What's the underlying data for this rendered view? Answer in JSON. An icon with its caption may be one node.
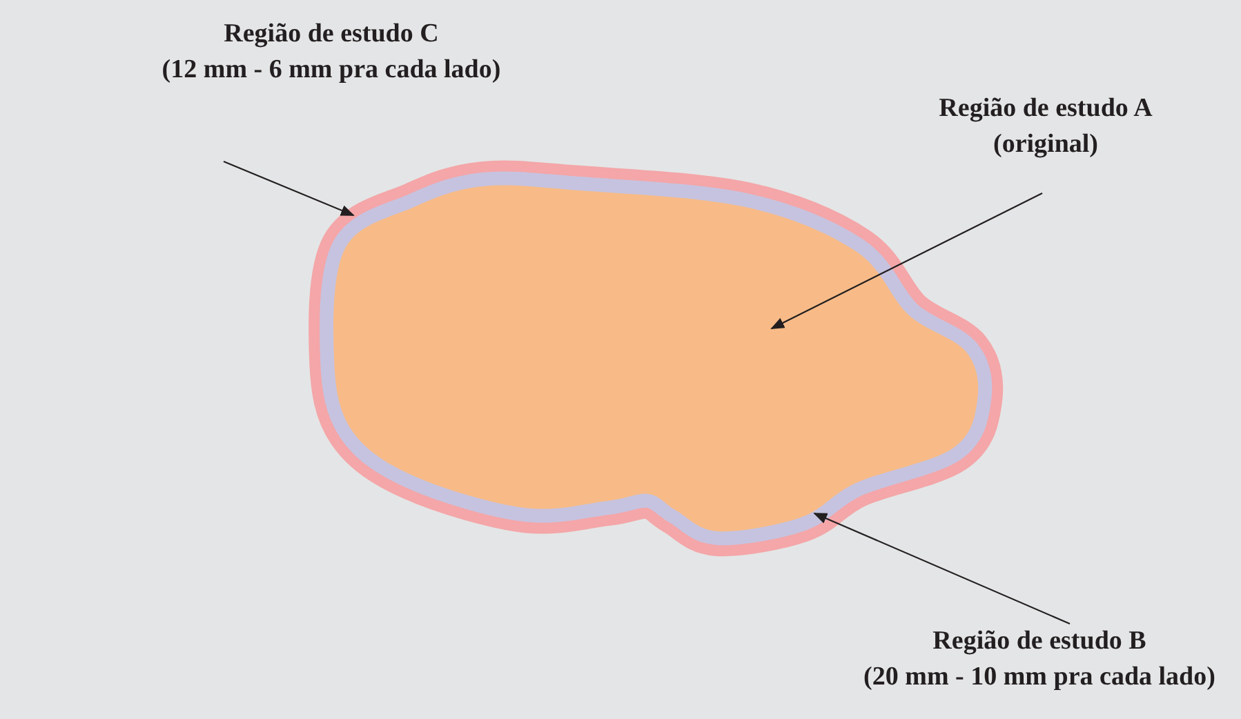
{
  "diagram": {
    "nodes": [
      {
        "text": [
          "Região de estudo C",
          "(12 mm - 6 mm pra cada lado)"
        ]
      },
      {
        "text": [
          "Região de estudo A",
          "(original)"
        ]
      },
      {
        "text": [
          "Região de estudo B",
          "(20 mm - 10 mm pra cada lado)"
        ]
      },
      {
        "text": [],
        "shape": "blob"
      },
      {
        "text": [],
        "shape": "blob",
        "in": 3
      },
      {
        "text": [],
        "shape": "blob",
        "in": 4
      }
    ],
    "edges": [
      {
        "from": 0,
        "to": 3,
        "arrow": "to"
      },
      {
        "from": 1,
        "to": 5,
        "arrow": "to"
      },
      {
        "from": 2,
        "to": 4,
        "arrow": "to"
      }
    ]
  }
}
